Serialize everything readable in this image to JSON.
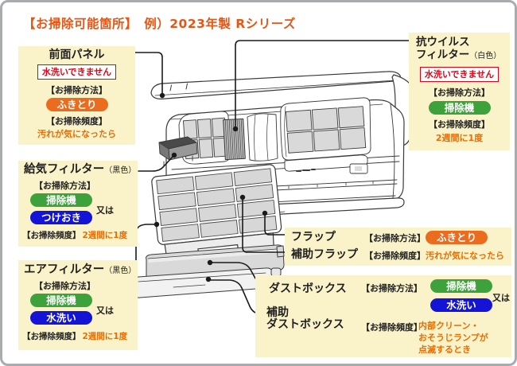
{
  "title": "【お掃除可能箇所】　例）2023年製 Rシリーズ",
  "common": {
    "method_label": "【お掃除方法】",
    "frequency_label": "【お掃除頻度】",
    "or_label": "又は"
  },
  "sections": {
    "front_panel": {
      "title": "前面パネル",
      "warning": "水洗いできません",
      "method": "ふきとり",
      "frequency": "汚れが気になったら"
    },
    "intake_filter": {
      "title": "給気フィルター",
      "note": "（黒色）",
      "method1": "掃除機",
      "method2": "つけおき",
      "frequency": "2週間に1度"
    },
    "air_filter": {
      "title": "エアフィルター",
      "note": "（黒色）",
      "method1": "掃除機",
      "method2": "水洗い",
      "frequency": "2週間に1度"
    },
    "antivirus_filter": {
      "title_line1": "抗ウイルス",
      "title_line2": "フィルター",
      "note": "（白色）",
      "warning": "水洗いできません",
      "method": "掃除機",
      "frequency": "2週間に1度"
    },
    "flap": {
      "label1": "フラップ",
      "label2": "補助フラップ",
      "method": "ふきとり",
      "frequency": "汚れが気になったら"
    },
    "dust_box": {
      "label1": "ダストボックス",
      "label2_line1": "補助",
      "label2_line2": "ダストボックス",
      "method1": "掃除機",
      "method2": "水洗い",
      "frequency_line1": "内部クリーン・",
      "frequency_line2": "おそうじランプが",
      "frequency_line3": "点滅するとき"
    }
  },
  "colors": {
    "accent_orange": "#EA5514",
    "panel_yellow": "#FAF3CA",
    "warning_red": "#E60012",
    "pill_green": "#3EA23C",
    "pill_blue": "#1414D6",
    "pill_orange": "#EB6C1F",
    "frequency_orange": "#ED6C00"
  }
}
